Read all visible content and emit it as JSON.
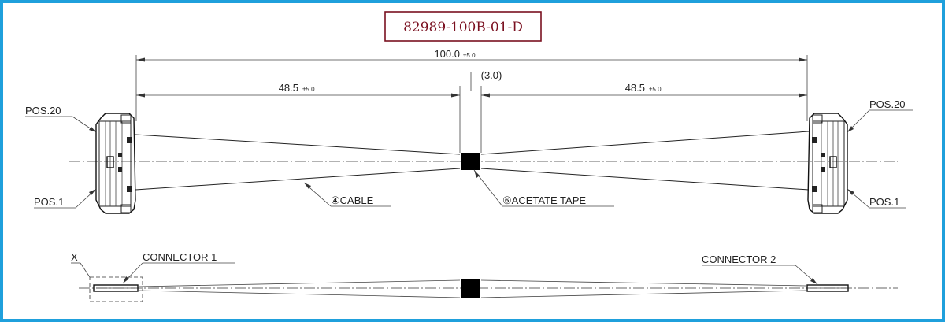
{
  "title": {
    "part_number": "82989-100B-01-D",
    "color": "#7a1020",
    "border_color": "#7a1020"
  },
  "frame": {
    "border_color": "#1fa0dc"
  },
  "dimensions": {
    "overall": {
      "value": "100.0",
      "tolerance": "±5.0"
    },
    "left": {
      "value": "48.5",
      "tolerance": "±5.0"
    },
    "right": {
      "value": "48.5",
      "tolerance": "±5.0"
    },
    "tape_width": {
      "value": "(3.0)"
    }
  },
  "labels": {
    "pos20_left": "POS.20",
    "pos1_left": "POS.1",
    "pos20_right": "POS.20",
    "pos1_right": "POS.1",
    "cable": "④CABLE",
    "acetate_tape": "⑥ACETATE TAPE",
    "connector1": "CONNECTOR 1",
    "connector2": "CONNECTOR 2",
    "detail_x": "X"
  }
}
